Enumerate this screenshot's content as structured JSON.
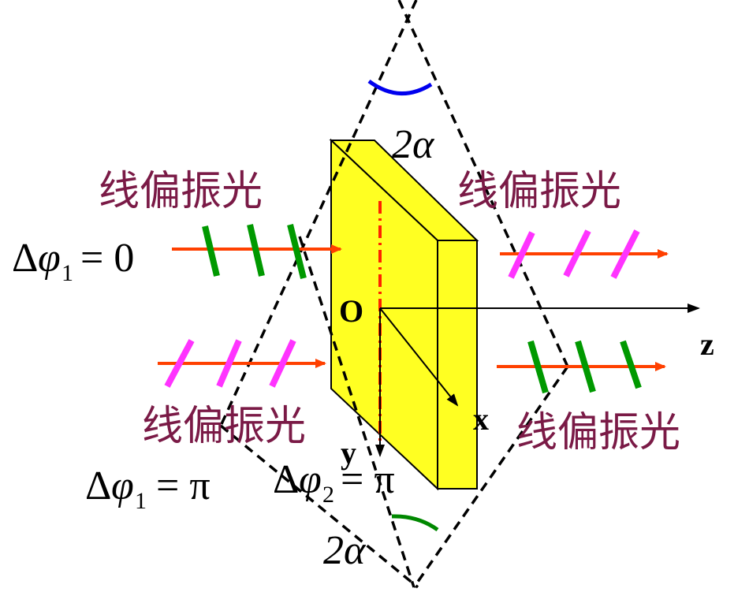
{
  "labels": {
    "linear_polarized": "线偏振光",
    "origin": "O",
    "axis_x": "x",
    "axis_y": "y",
    "axis_z": "z",
    "angle": "2α",
    "delta": "Δ",
    "phi": "φ",
    "sub1": "1",
    "sub2": "2",
    "eq_zero": "= 0",
    "eq_pi": "= π"
  },
  "colors": {
    "plate_face": "#ffff22",
    "arrow_red": "#ff4000",
    "tick_green": "#009900",
    "tick_magenta": "#ff33ff",
    "arc_blue": "#0000ee",
    "arc_green": "#008800",
    "label_text": "#7a1a46",
    "dashdot_red": "#ff2200"
  }
}
